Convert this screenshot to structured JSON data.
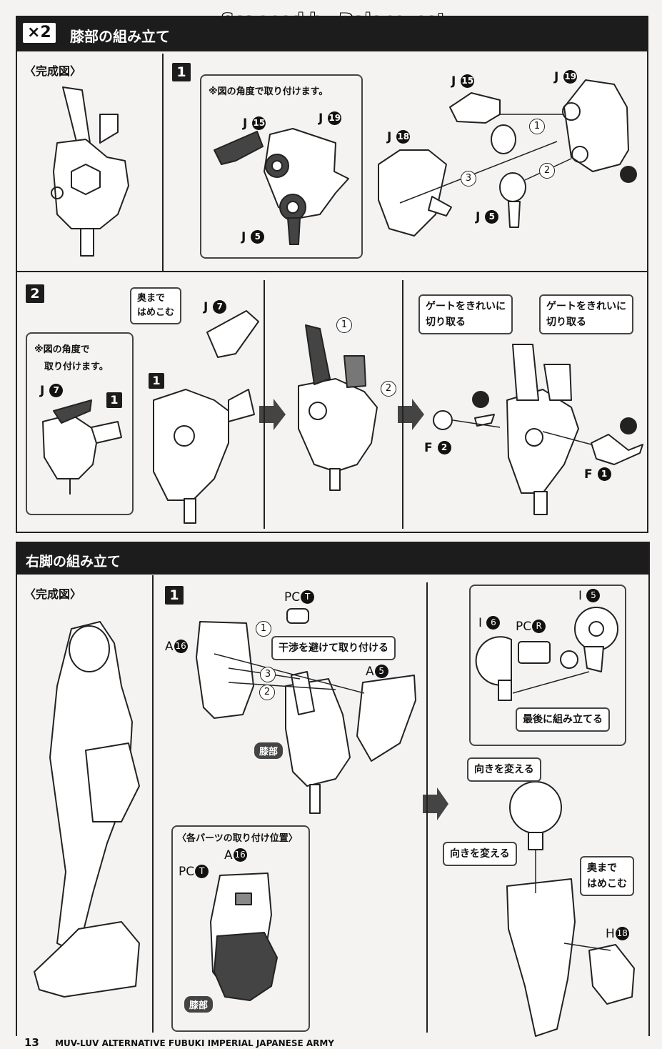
{
  "watermark": "Scanned by Dalong.net",
  "section1": {
    "multiplier": "×2",
    "title": "膝部の組み立て",
    "completed_label": "〈完成図〉",
    "step1": {
      "num": "1",
      "note": "※図の角度で取り付けます。",
      "parts": {
        "j15a": {
          "letter": "J",
          "num": "15"
        },
        "j19a": {
          "letter": "J",
          "num": "19"
        },
        "j5a": {
          "letter": "J",
          "num": "5"
        },
        "j15b": {
          "letter": "J",
          "num": "15"
        },
        "j19b": {
          "letter": "J",
          "num": "19"
        },
        "j18": {
          "letter": "J",
          "num": "18"
        },
        "j5b": {
          "letter": "J",
          "num": "5"
        }
      },
      "order": [
        "1",
        "2",
        "3"
      ]
    },
    "step2": {
      "num": "2",
      "note_line1": "※図の角度で",
      "note_line2": "取り付けます。",
      "inset_part": {
        "letter": "J",
        "num": "7"
      },
      "inset_step": "1",
      "push_in_line1": "奥まで",
      "push_in_line2": "はめこむ",
      "part_j7": {
        "letter": "J",
        "num": "7"
      },
      "sub_step": "1",
      "rotate_order": [
        "1",
        "2"
      ],
      "gate_line1": "ゲートをきれいに",
      "gate_line2": "切り取る",
      "gate2_line1": "ゲートをきれいに",
      "gate2_line2": "切り取る",
      "part_f2": {
        "letter": "F",
        "num": "2"
      },
      "part_f1": {
        "letter": "F",
        "num": "1"
      }
    }
  },
  "section2": {
    "title": "右脚の組み立て",
    "completed_label": "〈完成図〉",
    "step1": {
      "num": "1",
      "part_pct": {
        "letter": "PC",
        "num": "T"
      },
      "part_a16": {
        "letter": "A",
        "num": "16"
      },
      "part_a5": {
        "letter": "A",
        "num": "5"
      },
      "avoid_label": "干渉を避けて取り付ける",
      "order": [
        "1",
        "2",
        "3"
      ],
      "knee_badge": "膝部",
      "positions_title": "〈各パーツの取り付け位置〉",
      "pos_a16": {
        "letter": "A",
        "num": "16"
      },
      "pos_pct": {
        "letter": "PC",
        "num": "T"
      },
      "pos_knee": "膝部",
      "part_i5": {
        "letter": "I",
        "num": "5"
      },
      "part_i6": {
        "letter": "I",
        "num": "6"
      },
      "part_pcr": {
        "letter": "PC",
        "num": "R"
      },
      "last_label": "最後に組み立てる",
      "turn_label": "向きを変える",
      "turn_label2": "向きを変える",
      "push_in_line1": "奥まで",
      "push_in_line2": "はめこむ",
      "part_h18": {
        "letter": "H",
        "num": "18"
      }
    }
  },
  "footer": {
    "page_num": "13",
    "text": "MUV-LUV ALTERNATIVE  FUBUKI IMPERIAL  JAPANESE ARMY"
  }
}
